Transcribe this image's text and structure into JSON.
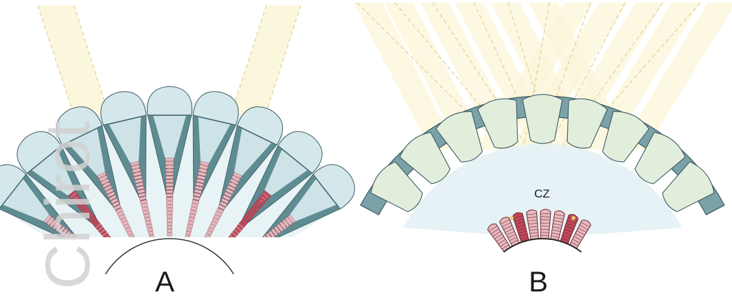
{
  "panels": [
    {
      "id": "A",
      "label": "A",
      "type": "apposition-eye"
    },
    {
      "id": "B",
      "label": "B",
      "type": "superposition-eye"
    }
  ],
  "annotations": {
    "clear_zone": "CZ"
  },
  "watermark": {
    "text": "Chirot"
  },
  "colors": {
    "light_beam": "#fbf6d8",
    "beam_edge": "#d8c88a",
    "lens": "#d4e8ec",
    "lens_stroke": "#3c5860",
    "pigment": "#5e8c92",
    "rhabdom": "#c0485a",
    "rhabdom_light": "#e7b8be",
    "clear_zone_glow": "#e6f2f5",
    "watermark": "#cfcfcf"
  }
}
